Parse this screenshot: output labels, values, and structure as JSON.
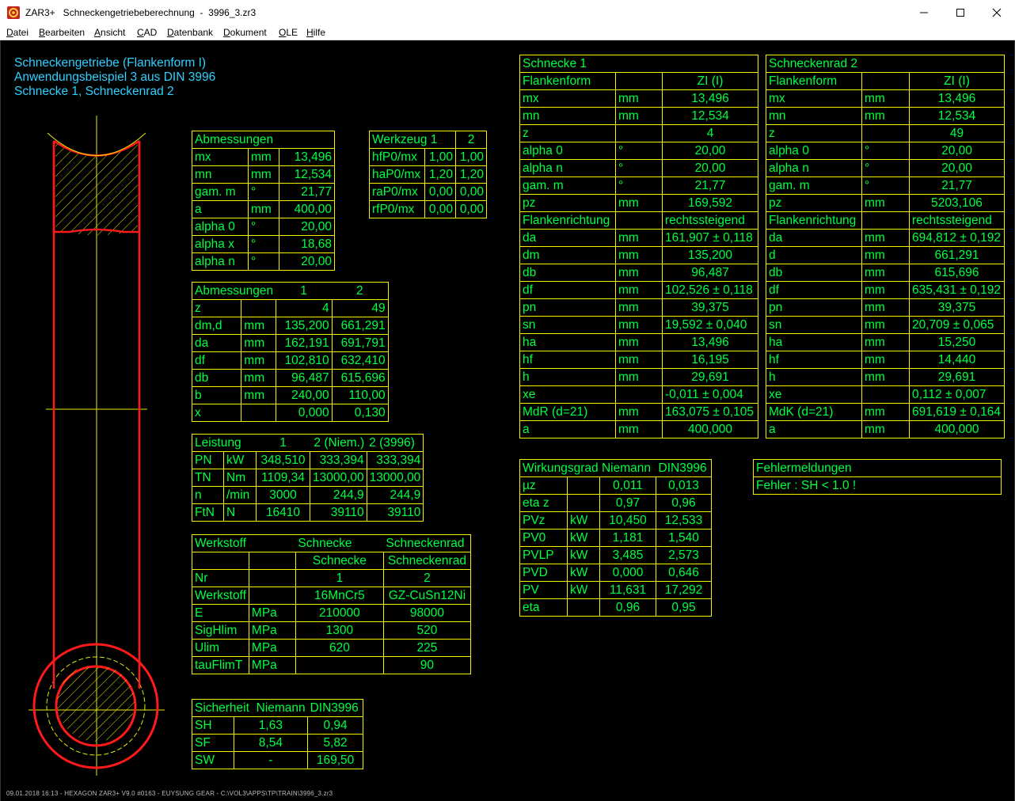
{
  "window": {
    "title": "ZAR3+   Schneckengetriebeberechnung  -  3996_3.zr3",
    "minimize_icon": "minimize-icon",
    "maximize_icon": "maximize-icon",
    "close_icon": "close-icon"
  },
  "menu": [
    "Datei",
    "Bearbeiten",
    "Ansicht",
    "CAD",
    "Datenbank",
    "Dokument",
    "OLE",
    "Hilfe"
  ],
  "heading": [
    "Schneckengetriebe (Flankenform I)",
    "Anwendungsbeispiel 3 aus DIN 3996",
    "Schnecke 1, Schneckenrad 2"
  ],
  "abmessungen1": {
    "title": "Abmessungen",
    "rows": [
      [
        "mx",
        "mm",
        "13,496"
      ],
      [
        "mn",
        "mm",
        "12,534"
      ],
      [
        "gam. m",
        "°",
        "21,77"
      ],
      [
        "a",
        "mm",
        "400,00"
      ],
      [
        "alpha 0",
        "°",
        "20,00"
      ],
      [
        "alpha x",
        "°",
        "18,68"
      ],
      [
        "alpha n",
        "°",
        "20,00"
      ]
    ]
  },
  "werkzeug": {
    "title": "Werkzeug  1",
    "col2": "2",
    "rows": [
      [
        "hfP0/mx",
        "1,00",
        "1,00"
      ],
      [
        "haP0/mx",
        "1,20",
        "1,20"
      ],
      [
        "raP0/mx",
        "0,00",
        "0,00"
      ],
      [
        "rfP0/mx",
        "0,00",
        "0,00"
      ]
    ]
  },
  "abmessungen2": {
    "title": "Abmessungen",
    "col1": "1",
    "col2": "2",
    "rows": [
      [
        "z",
        "",
        "4",
        "49"
      ],
      [
        "dm,d",
        "mm",
        "135,200",
        "661,291"
      ],
      [
        "da",
        "mm",
        "162,191",
        "691,791"
      ],
      [
        "df",
        "mm",
        "102,810",
        "632,410"
      ],
      [
        "db",
        "mm",
        "96,487",
        "615,696"
      ],
      [
        "b",
        "mm",
        "240,00",
        "110,00"
      ],
      [
        "x",
        "",
        "0,000",
        "0,130"
      ]
    ]
  },
  "leistung": {
    "title": "Leistung",
    "col1": "1",
    "col2": "2 (Niem.)",
    "col3": "2 (3996)",
    "rows": [
      [
        "PN",
        "kW",
        "348,510",
        "333,394",
        "333,394"
      ],
      [
        "TN",
        "Nm",
        "1109,34",
        "13000,00",
        "13000,00"
      ],
      [
        "n",
        "/min",
        "3000",
        "244,9",
        "244,9"
      ],
      [
        "FtN",
        "N",
        "16410",
        "39110",
        "39110"
      ]
    ]
  },
  "werkstoff": {
    "title": "Werkstoff",
    "col1": "Schnecke",
    "col2": "Schneckenrad",
    "rows": [
      [
        "",
        "",
        "Schnecke",
        "Schneckenrad"
      ],
      [
        "Nr",
        "",
        "1",
        "2"
      ],
      [
        "Werkstoff",
        "",
        "16MnCr5",
        "GZ-CuSn12Ni"
      ],
      [
        "E",
        "MPa",
        "210000",
        "98000"
      ],
      [
        "SigHlim",
        "MPa",
        "1300",
        "520"
      ],
      [
        "Ulim",
        "MPa",
        "620",
        "225"
      ],
      [
        "tauFlimT",
        "MPa",
        "",
        "90"
      ]
    ]
  },
  "sicherheit": {
    "title": "Sicherheit",
    "col1": "Niemann",
    "col2": "DIN3996",
    "rows": [
      [
        "SH",
        "1,63",
        "0,94"
      ],
      [
        "SF",
        "8,54",
        "5,82"
      ],
      [
        "SW",
        "-",
        "169,50"
      ]
    ]
  },
  "schnecke1": {
    "title": "Schnecke 1",
    "rows": [
      [
        "Flankenform",
        "",
        "ZI (I)"
      ],
      [
        "mx",
        "mm",
        "13,496"
      ],
      [
        "mn",
        "mm",
        "12,534"
      ],
      [
        "z",
        "",
        "4"
      ],
      [
        "alpha 0",
        "°",
        "20,00"
      ],
      [
        "alpha n",
        "°",
        "20,00"
      ],
      [
        "gam. m",
        "°",
        "21,77"
      ],
      [
        "pz",
        "mm",
        "169,592"
      ],
      [
        "Flankenrichtung",
        "",
        "rechtssteigend"
      ],
      [
        "da",
        "mm",
        "161,907 ± 0,118"
      ],
      [
        "dm",
        "mm",
        "135,200"
      ],
      [
        "db",
        "mm",
        "96,487"
      ],
      [
        "df",
        "mm",
        "102,526 ± 0,118"
      ],
      [
        "pn",
        "mm",
        "39,375"
      ],
      [
        "sn",
        "mm",
        "19,592 ± 0,040"
      ],
      [
        "ha",
        "mm",
        "13,496"
      ],
      [
        "hf",
        "mm",
        "16,195"
      ],
      [
        "h",
        "mm",
        "29,691"
      ],
      [
        "xe",
        "",
        "-0,011 ± 0,004"
      ],
      [
        "MdR (d=21)",
        "mm",
        "163,075 ± 0,105"
      ],
      [
        "a",
        "mm",
        "400,000"
      ]
    ]
  },
  "schneckenrad2": {
    "title": "Schneckenrad 2",
    "rows": [
      [
        "Flankenform",
        "",
        "ZI (I)"
      ],
      [
        "mx",
        "mm",
        "13,496"
      ],
      [
        "mn",
        "mm",
        "12,534"
      ],
      [
        "z",
        "",
        "49"
      ],
      [
        "alpha 0",
        "°",
        "20,00"
      ],
      [
        "alpha n",
        "°",
        "20,00"
      ],
      [
        "gam. m",
        "°",
        "21,77"
      ],
      [
        "pz",
        "mm",
        "5203,106"
      ],
      [
        "Flankenrichtung",
        "",
        "rechtssteigend"
      ],
      [
        "da",
        "mm",
        "694,812 ± 0,192"
      ],
      [
        "d",
        "mm",
        "661,291"
      ],
      [
        "db",
        "mm",
        "615,696"
      ],
      [
        "df",
        "mm",
        "635,431 ± 0,192"
      ],
      [
        "pn",
        "mm",
        "39,375"
      ],
      [
        "sn",
        "mm",
        "20,709 ± 0,065"
      ],
      [
        "ha",
        "mm",
        "15,250"
      ],
      [
        "hf",
        "mm",
        "14,440"
      ],
      [
        "h",
        "mm",
        "29,691"
      ],
      [
        "xe",
        "",
        "0,112 ± 0,007"
      ],
      [
        "MdK (d=21)",
        "mm",
        "691,619 ± 0,164"
      ],
      [
        "a",
        "mm",
        "400,000"
      ]
    ]
  },
  "wirkungsgrad": {
    "title": "Wirkungsgrad",
    "col1": "Niemann",
    "col2": "DIN3996",
    "rows": [
      [
        "µz",
        "",
        "0,011",
        "0,013"
      ],
      [
        "eta z",
        "",
        "0,97",
        "0,96"
      ],
      [
        "PVz",
        "kW",
        "10,450",
        "12,533"
      ],
      [
        "PV0",
        "kW",
        "1,181",
        "1,540"
      ],
      [
        "PVLP",
        "kW",
        "3,485",
        "2,573"
      ],
      [
        "PVD",
        "kW",
        "0,000",
        "0,646"
      ],
      [
        "PV",
        "kW",
        "11,631",
        "17,292"
      ],
      [
        "eta",
        "",
        "0,96",
        "0,95"
      ]
    ]
  },
  "fehler": {
    "title": "Fehlermeldungen",
    "message": "Fehler : SH < 1.0 !"
  },
  "footer": "09.01.2018 16:13 - HEXAGON ZAR3+ V9.0 #0163 - EUYSUNG GEAR - C:\\VOL3\\APPS\\TP\\TRAIN\\3996_3.zr3",
  "colors": {
    "table_text": "#00ff41",
    "grid": "#f4f400",
    "heading": "#2ed0ff",
    "drawing_outline": "#ff1a1a",
    "background": "#000000"
  }
}
